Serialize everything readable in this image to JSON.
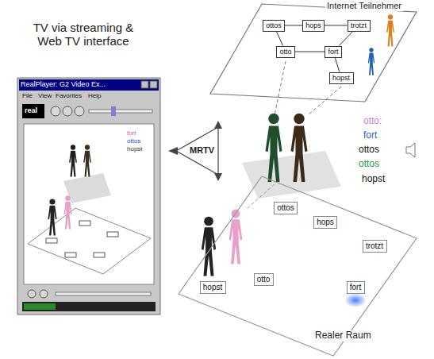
{
  "diagram": {
    "nodes": [
      {
        "text": [
          "RealPlayer: G2 Video Ex..."
        ]
      },
      {
        "text": [
          "Internet Teilnehmer"
        ]
      },
      {
        "text": [
          "ottos"
        ],
        "in": 1
      },
      {
        "text": [
          "hops"
        ],
        "in": 1
      },
      {
        "text": [
          "trotzt"
        ],
        "in": 1
      },
      {
        "text": [
          "otto"
        ],
        "in": 1
      },
      {
        "text": [
          "fort"
        ],
        "in": 1
      },
      {
        "text": [
          "hopst"
        ],
        "in": 1
      },
      {
        "text": [
          "Realer Raum"
        ]
      },
      {
        "text": [
          "ottos"
        ],
        "in": 8
      },
      {
        "text": [
          "hops"
        ],
        "in": 8
      },
      {
        "text": [
          "trotzt"
        ],
        "in": 8
      },
      {
        "text": [
          "otto"
        ],
        "in": 8
      },
      {
        "text": [
          "fort"
        ],
        "in": 8
      },
      {
        "text": [
          "hopst"
        ],
        "in": 8
      }
    ],
    "edges": [
      {
        "from": 2,
        "to": 3,
        "arrow": "none"
      },
      {
        "from": 3,
        "to": 4,
        "arrow": "none"
      },
      {
        "from": 2,
        "to": 5,
        "arrow": "none"
      },
      {
        "from": 5,
        "to": 6,
        "arrow": "none"
      },
      {
        "from": 4,
        "to": 6,
        "arrow": "none"
      },
      {
        "from": 6,
        "to": 7,
        "arrow": "none"
      }
    ],
    "labels": [
      "TV via streaming & Web TV interface",
      "MRTV",
      "otto:",
      "fort",
      "ottos",
      "ottos",
      "hopst",
      "real",
      "File",
      "View",
      "Favorites",
      "Help",
      "fort",
      "ottos",
      "hopst"
    ]
  }
}
